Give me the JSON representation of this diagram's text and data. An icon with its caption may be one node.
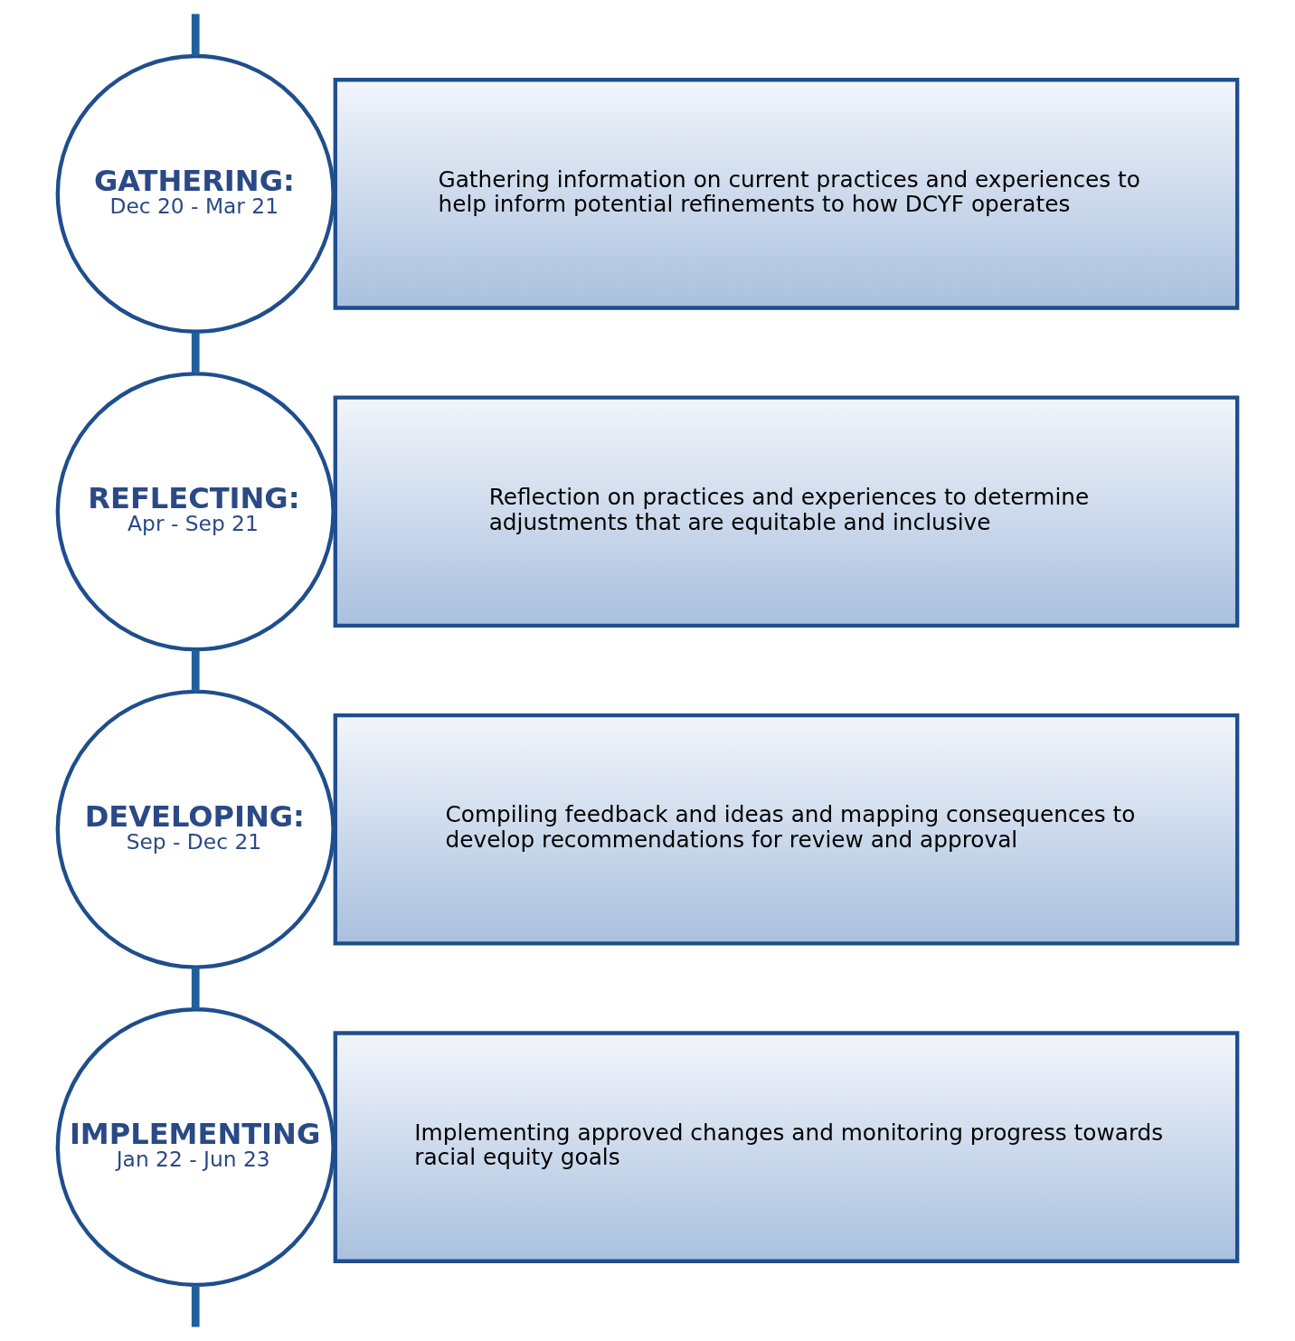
{
  "diagram": {
    "nodes": [
      {
        "text": [
          "GATHERING:",
          "Dec 20 - Mar 21"
        ]
      },
      {
        "text": [
          "Gathering information on current practices and experiences to help inform potential refinements to how DCYF operates"
        ]
      },
      {
        "text": [
          "REFLECTING:",
          "Apr - Sep 21"
        ]
      },
      {
        "text": [
          "Reflection on practices and experiences to determine adjustments that are equitable and inclusive"
        ]
      },
      {
        "text": [
          "DEVELOPING:",
          "Sep - Dec 21"
        ]
      },
      {
        "text": [
          "Compiling feedback and ideas and mapping consequences to develop recommendations for review and approval"
        ]
      },
      {
        "text": [
          "IMPLEMENTING",
          "Jan 22 - Jun 23"
        ]
      },
      {
        "text": [
          "Implementing approved changes and monitoring progress towards racial equity goals"
        ]
      }
    ],
    "edges": [
      {
        "from": null,
        "to": 0,
        "arrow": "none"
      },
      {
        "from": 0,
        "to": 2,
        "arrow": "none"
      },
      {
        "from": 2,
        "to": 4,
        "arrow": "none"
      },
      {
        "from": 4,
        "to": 6,
        "arrow": "none"
      },
      {
        "from": 6,
        "to": null,
        "arrow": "none"
      }
    ]
  }
}
